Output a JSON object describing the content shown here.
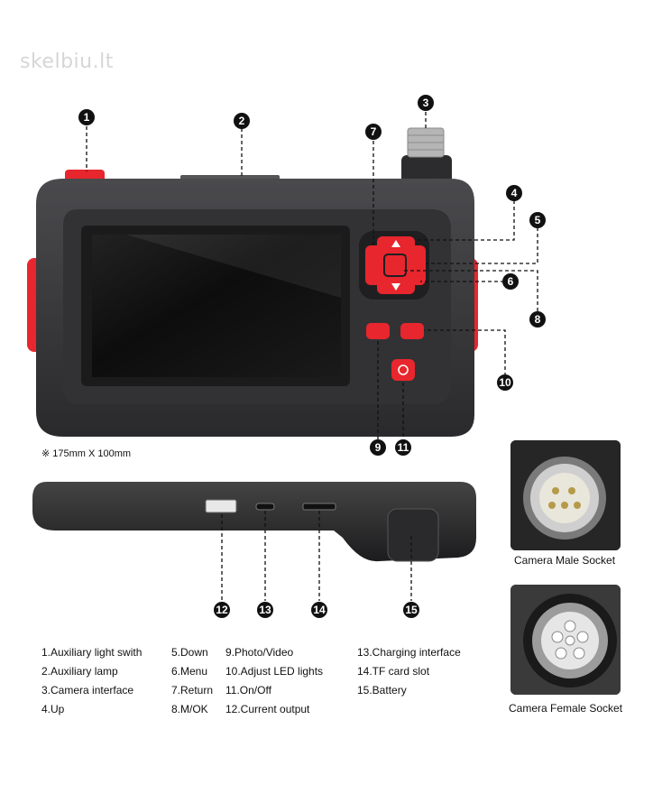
{
  "watermark": "skelbiu.lt",
  "dimensions_note": "※ 175mm X 100mm",
  "callouts": [
    "1",
    "2",
    "3",
    "4",
    "5",
    "6",
    "7",
    "8",
    "9",
    "10",
    "11",
    "12",
    "13",
    "14",
    "15"
  ],
  "legend": [
    "1.Auxiliary light swith",
    "2.Auxiliary lamp",
    "3.Camera interface",
    "4.Up",
    "5.Down",
    "6.Menu",
    "7.Return",
    "8.M/OK",
    "9.Photo/Video",
    "10.Adjust LED lights",
    "11.On/Off",
    "12.Current output",
    "13.Charging interface",
    "14.TF card slot",
    "15.Battery"
  ],
  "captions": {
    "male_socket": "Camera Male Socket",
    "female_socket": "Camera Female Socket"
  },
  "colors": {
    "body": "#3a3a3c",
    "body_dark": "#222224",
    "accent_red": "#e8262d",
    "screen": "#111111",
    "callout": "#111111"
  }
}
